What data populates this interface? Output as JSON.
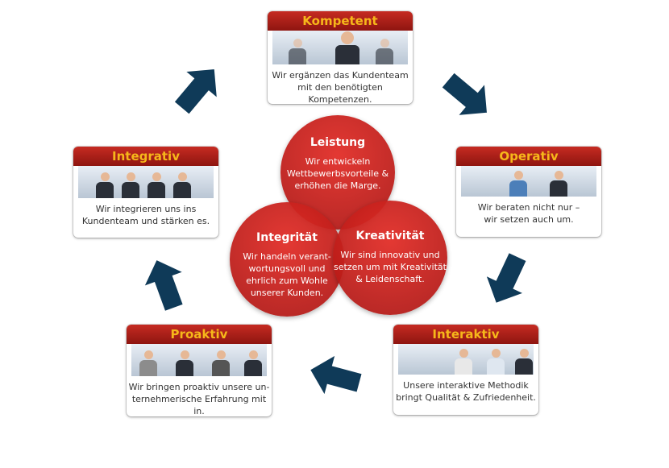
{
  "center": {
    "leistung": {
      "title": "Leistung",
      "lines": [
        "Wir entwickeln",
        "Wettbewerbsvorteile &",
        "erhöhen die Marge."
      ]
    },
    "integritaet": {
      "title": "Integrität",
      "lines": [
        "Wir handeln verant-",
        "wortungsvoll und",
        "ehrlich zum Wohle",
        "unserer Kunden."
      ]
    },
    "kreativitaet": {
      "title": "Kreativität",
      "lines": [
        "Wir sind innovativ und",
        "setzen um mit Kreativität",
        "& Leidenschaft."
      ]
    }
  },
  "cards": {
    "kompetent": {
      "title": "Kompetent",
      "lines": [
        "Wir ergänzen das Kundenteam",
        "mit den benötigten Kompetenzen."
      ]
    },
    "operativ": {
      "title": "Operativ",
      "lines": [
        "Wir beraten nicht nur –",
        "wir setzen auch um."
      ]
    },
    "interaktiv": {
      "title": "Interaktiv",
      "lines": [
        "Unsere interaktive Methodik",
        "bringt Qualität & Zufriedenheit."
      ]
    },
    "proaktiv": {
      "title": "Proaktiv",
      "lines": [
        "Wir bringen proaktiv unsere un-",
        "ternehmerische Erfahrung mit in."
      ]
    },
    "integrativ": {
      "title": "Integrativ",
      "lines": [
        "Wir integrieren uns ins",
        "Kundenteam und stärken es."
      ]
    }
  },
  "colors": {
    "title_red": "#a91c15",
    "title_gold": "#f6b71a",
    "arrow": "#0f3a58"
  }
}
